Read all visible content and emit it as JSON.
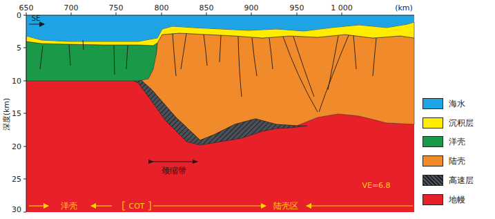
{
  "diagram": {
    "labels": [
      "650",
      "700",
      "750",
      "800",
      "850",
      "900",
      "950",
      "1 000",
      "(km)",
      "SE",
      "0",
      "5",
      "10",
      "15",
      "20",
      "25",
      "30",
      "深度(km)",
      "颈缩带",
      "VE=6.8",
      "洋壳",
      "COT",
      "陆壳区"
    ],
    "legend": [
      {
        "text": "海水",
        "color": "#1ea4e4"
      },
      {
        "text": "沉积层",
        "color": "#ffec00"
      },
      {
        "text": "洋壳",
        "color": "#1a9a48"
      },
      {
        "text": "陆壳",
        "color": "#f08a2a"
      },
      {
        "text": "高速层",
        "color": "#4b5158"
      },
      {
        "text": "地幔",
        "color": "#e8202a"
      }
    ]
  }
}
